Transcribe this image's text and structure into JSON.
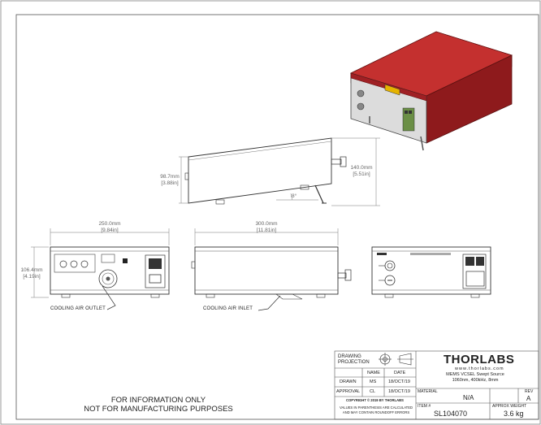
{
  "dimensions": {
    "height_side": "98.7mm",
    "height_side_in": "[3.88in]",
    "height_rear": "140.0mm",
    "height_rear_in": "[5.51in]",
    "angle": "8°",
    "width_front": "250.0mm",
    "width_front_in": "[9.84in]",
    "depth_side": "300.0mm",
    "depth_side_in": "[11.81in]",
    "height_front": "106.4mm",
    "height_front_in": "[4.19in]"
  },
  "callouts": {
    "outlet": "COOLING AIR OUTLET",
    "inlet": "COOLING AIR INLET"
  },
  "notice": {
    "line1": "FOR INFORMATION ONLY",
    "line2": "NOT FOR MANUFACTURING PURPOSES"
  },
  "title_block": {
    "projection_label_1": "DRAWING",
    "projection_label_2": "PROJECTION",
    "col_name": "NAME",
    "col_date": "DATE",
    "drawn_label": "DRAWN",
    "drawn_name": "MS",
    "drawn_date": "18/OCT/19",
    "approval_label": "APPROVAL",
    "approval_name": "CL",
    "approval_date": "18/OCT/19",
    "copyright": "COPYRIGHT © 2019 BY THORLABS",
    "tolerance_1": "VALUES IN PARENTHESIS ARE CALCULATED",
    "tolerance_2": "AND MAY CONTAIN ROUNDOFF ERRORS",
    "logo": "THORLABS",
    "website": "www.thorlabs.com",
    "desc_1": "MEMS VCSEL Swept Source",
    "desc_2": "1060nm, 400kHz, 8mm",
    "material_label": "MATERIAL",
    "material": "N/A",
    "rev_label": "REV",
    "rev": "A",
    "item_label": "ITEM #",
    "item": "SL104070",
    "weight_label": "APPROX WEIGHT",
    "weight": "3.6 kg"
  },
  "colors": {
    "housing_red": "#c0282a",
    "housing_red_dark": "#8e1a1c",
    "panel_grey": "#d9d9d9",
    "line": "#333333",
    "dimension": "#777777"
  }
}
